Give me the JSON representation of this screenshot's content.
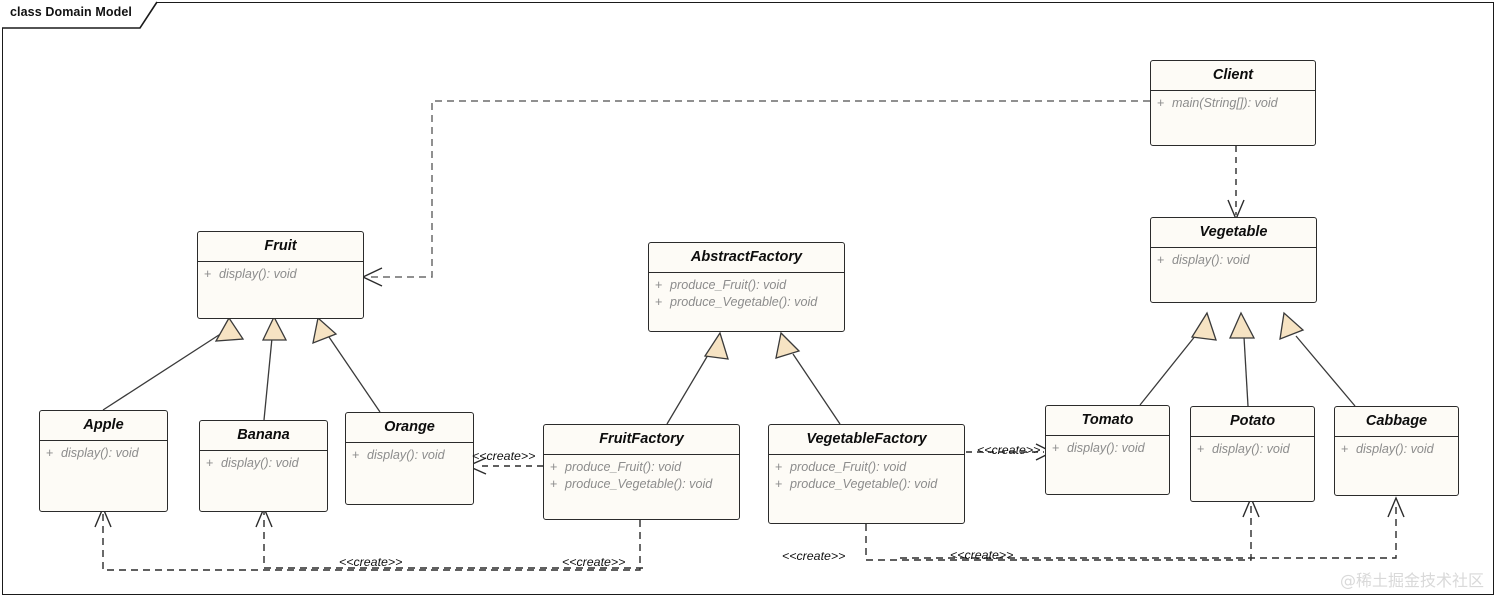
{
  "frame": {
    "title": "class Domain Model"
  },
  "colors": {
    "box_fill": "#FDFBF6",
    "box_stroke": "#2b2b2b",
    "triangle_fill": "#F6E3C3",
    "op_text": "#8c8c8c",
    "name_text": "#0d0d0d",
    "line": "#2b2b2b",
    "watermark": "#d9d9d9"
  },
  "classes": [
    {
      "id": "client",
      "name": "Client",
      "operations": [
        {
          "visibility": "+",
          "signature": "main(String[]): void"
        }
      ]
    },
    {
      "id": "fruit",
      "name": "Fruit",
      "operations": [
        {
          "visibility": "+",
          "signature": "display(): void"
        }
      ]
    },
    {
      "id": "abstractfactory",
      "name": "AbstractFactory",
      "operations": [
        {
          "visibility": "+",
          "signature": "produce_Fruit(): void"
        },
        {
          "visibility": "+",
          "signature": "produce_Vegetable(): void"
        }
      ]
    },
    {
      "id": "vegetable",
      "name": "Vegetable",
      "operations": [
        {
          "visibility": "+",
          "signature": "display(): void"
        }
      ]
    },
    {
      "id": "apple",
      "name": "Apple",
      "operations": [
        {
          "visibility": "+",
          "signature": "display(): void"
        }
      ]
    },
    {
      "id": "banana",
      "name": "Banana",
      "operations": [
        {
          "visibility": "+",
          "signature": "display(): void"
        }
      ]
    },
    {
      "id": "orange",
      "name": "Orange",
      "operations": [
        {
          "visibility": "+",
          "signature": "display(): void"
        }
      ]
    },
    {
      "id": "fruitfactory",
      "name": "FruitFactory",
      "operations": [
        {
          "visibility": "+",
          "signature": "produce_Fruit(): void"
        },
        {
          "visibility": "+",
          "signature": "produce_Vegetable(): void"
        }
      ]
    },
    {
      "id": "vegetablefactory",
      "name": "VegetableFactory",
      "operations": [
        {
          "visibility": "+",
          "signature": "produce_Fruit(): void"
        },
        {
          "visibility": "+",
          "signature": "produce_Vegetable(): void"
        }
      ]
    },
    {
      "id": "tomato",
      "name": "Tomato",
      "operations": [
        {
          "visibility": "+",
          "signature": "display(): void"
        }
      ]
    },
    {
      "id": "potato",
      "name": "Potato",
      "operations": [
        {
          "visibility": "+",
          "signature": "display(): void"
        }
      ]
    },
    {
      "id": "cabbage",
      "name": "Cabbage",
      "operations": [
        {
          "visibility": "+",
          "signature": "display(): void"
        }
      ]
    }
  ],
  "stereotypes": {
    "create": "<<create>>",
    "labels": [
      {
        "id": "create-orange-fruitfactory",
        "text": "<<create>>"
      },
      {
        "id": "create-vegfactory-tomato",
        "text": "<<create>>"
      },
      {
        "id": "create-apple-fruitfactory",
        "text": "<<create>>"
      },
      {
        "id": "create-banana-fruitfactory",
        "text": "<<create>>"
      },
      {
        "id": "create-vegfactory-potato",
        "text": "<<create>>"
      },
      {
        "id": "create-vegfactory-cabbage",
        "text": "<<create>>"
      }
    ]
  },
  "relationships": [
    {
      "type": "dependency",
      "from": "Client",
      "to": "Fruit"
    },
    {
      "type": "dependency",
      "from": "Client",
      "to": "Vegetable"
    },
    {
      "type": "generalization",
      "from": "Apple",
      "to": "Fruit"
    },
    {
      "type": "generalization",
      "from": "Banana",
      "to": "Fruit"
    },
    {
      "type": "generalization",
      "from": "Orange",
      "to": "Fruit"
    },
    {
      "type": "generalization",
      "from": "FruitFactory",
      "to": "AbstractFactory"
    },
    {
      "type": "generalization",
      "from": "VegetableFactory",
      "to": "AbstractFactory"
    },
    {
      "type": "generalization",
      "from": "Tomato",
      "to": "Vegetable"
    },
    {
      "type": "generalization",
      "from": "Potato",
      "to": "Vegetable"
    },
    {
      "type": "generalization",
      "from": "Cabbage",
      "to": "Vegetable"
    },
    {
      "type": "create",
      "from": "FruitFactory",
      "to": "Orange",
      "label": "<<create>>"
    },
    {
      "type": "create",
      "from": "FruitFactory",
      "to": "Apple",
      "label": "<<create>>"
    },
    {
      "type": "create",
      "from": "FruitFactory",
      "to": "Banana",
      "label": "<<create>>"
    },
    {
      "type": "create",
      "from": "VegetableFactory",
      "to": "Tomato",
      "label": "<<create>>"
    },
    {
      "type": "create",
      "from": "VegetableFactory",
      "to": "Potato",
      "label": "<<create>>"
    },
    {
      "type": "create",
      "from": "VegetableFactory",
      "to": "Cabbage",
      "label": "<<create>>"
    }
  ],
  "watermark": "@稀土掘金技术社区"
}
